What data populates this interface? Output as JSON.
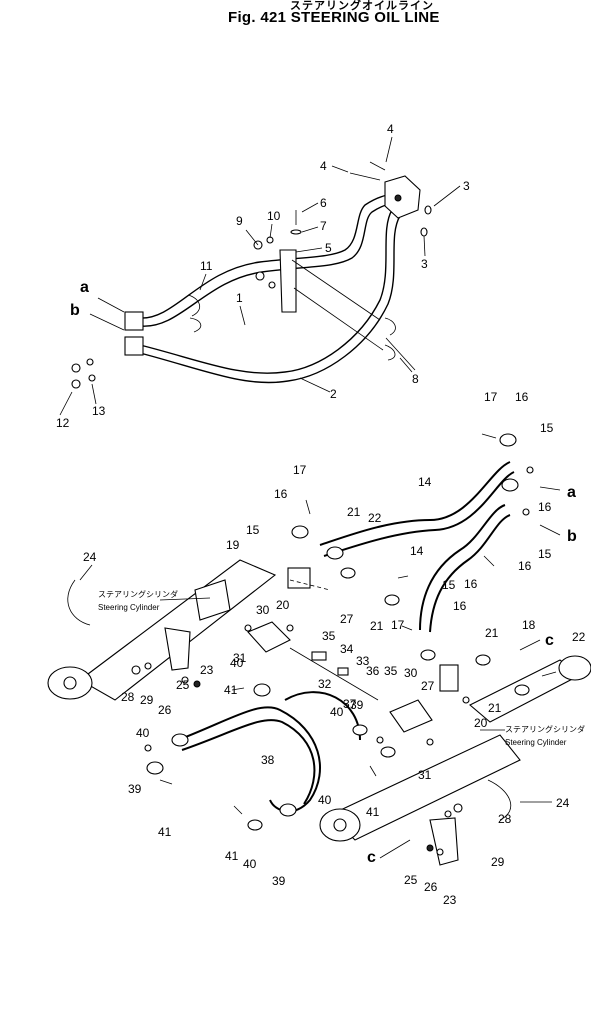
{
  "title": {
    "japanese": "ステアリングオイルライン",
    "english": "Fig. 421 STEERING OIL LINE"
  },
  "letters": [
    "a",
    "b",
    "c"
  ],
  "cylinder_label": {
    "japanese": "ステアリングシリンダ",
    "english": "Steering Cylinder"
  },
  "callouts": {
    "upper": [
      "4",
      "4",
      "3",
      "3",
      "6",
      "7",
      "5",
      "9",
      "10",
      "11",
      "1",
      "2",
      "8",
      "12",
      "13"
    ],
    "lower": [
      "17",
      "16",
      "15",
      "14",
      "16",
      "15",
      "16",
      "17",
      "16",
      "21",
      "22",
      "14",
      "16",
      "15",
      "16",
      "24",
      "19",
      "15",
      "30",
      "20",
      "27",
      "21",
      "17",
      "18",
      "21",
      "22",
      "31",
      "23",
      "35",
      "34",
      "33",
      "36",
      "35",
      "30",
      "27",
      "40",
      "41",
      "32",
      "37",
      "28",
      "29",
      "26",
      "25",
      "40",
      "39",
      "20",
      "21",
      "39",
      "40",
      "38",
      "41",
      "40",
      "31",
      "41",
      "24",
      "28",
      "29",
      "41",
      "40",
      "39",
      "25",
      "26",
      "23"
    ]
  }
}
